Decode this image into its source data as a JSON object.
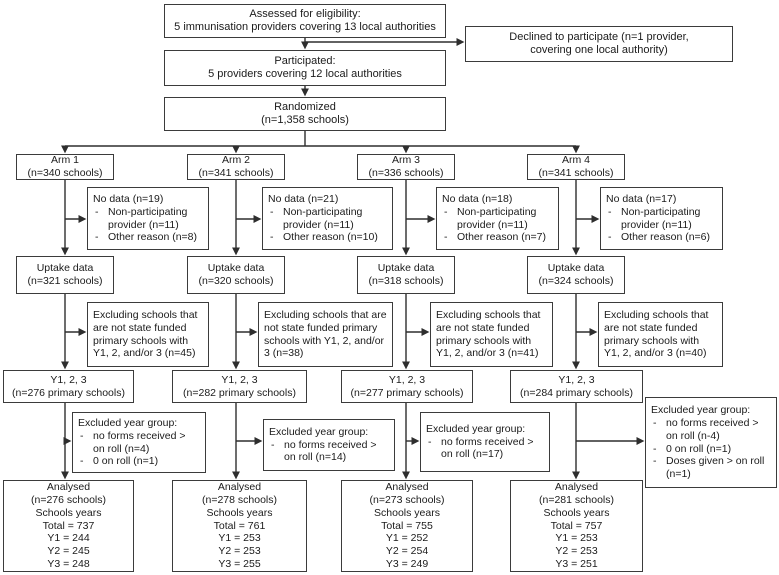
{
  "figure": {
    "bullet": "-",
    "assessed": [
      "Assessed for eligibility:",
      "5 immunisation providers covering 13 local authorities"
    ],
    "declined": [
      "Declined to participate (n=1 provider,",
      "covering one local authority)"
    ],
    "participated": [
      "Participated:",
      "5 providers covering 12 local authorities"
    ],
    "randomized": [
      "Randomized",
      "(n=1,358 schools)"
    ]
  },
  "colors": {
    "border": "#3b3b3b",
    "line": "#2e2e2e",
    "text": "#1b1b1b",
    "background": "#ffffff"
  },
  "arms": [
    {
      "label": "Arm 1",
      "size": "(n=340 schools)",
      "no_data": {
        "title": "No data (n=19)",
        "items": [
          "Non-participating provider (n=11)",
          "Other reason (n=8)"
        ]
      },
      "uptake": [
        "Uptake data",
        "(n=321 schools)"
      ],
      "excluding": "Excluding schools that are not state funded primary schools with Y1, 2, and/or 3 (n=45)",
      "y123": [
        "Y1, 2, 3",
        "(n=276 primary schools)"
      ],
      "excluded_year": {
        "title": "Excluded year group:",
        "items": [
          "no forms received > on roll (n=4)",
          "0 on roll (n=1)"
        ]
      },
      "analysed": [
        "Analysed",
        "(n=276 schools)",
        "Schools years",
        "Total = 737",
        "Y1 = 244",
        "Y2 = 245",
        "Y3 = 248"
      ]
    },
    {
      "label": "Arm 2",
      "size": "(n=341 schools)",
      "no_data": {
        "title": "No data (n=21)",
        "items": [
          "Non-participating provider (n=11)",
          "Other reason (n=10)"
        ]
      },
      "uptake": [
        "Uptake data",
        "(n=320 schools)"
      ],
      "excluding": "Excluding schools that are not state funded primary schools with Y1, 2, and/or 3 (n=38)",
      "y123": [
        "Y1, 2, 3",
        "(n=282 primary schools)"
      ],
      "excluded_year": {
        "title": "Excluded year group:",
        "items": [
          "no forms received > on roll (n=14)"
        ]
      },
      "analysed": [
        "Analysed",
        "(n=278 schools)",
        "Schools years",
        "Total = 761",
        "Y1 = 253",
        "Y2 = 253",
        "Y3 = 255"
      ]
    },
    {
      "label": "Arm 3",
      "size": "(n=336 schools)",
      "no_data": {
        "title": "No data (n=18)",
        "items": [
          "Non-participating provider (n=11)",
          "Other reason (n=7)"
        ]
      },
      "uptake": [
        "Uptake data",
        "(n=318 schools)"
      ],
      "excluding": "Excluding schools that are not state funded primary schools with Y1, 2, and/or 3 (n=41)",
      "y123": [
        "Y1, 2, 3",
        "(n=277 primary schools)"
      ],
      "excluded_year": {
        "title": "Excluded year group:",
        "items": [
          "no forms received > on roll (n=17)"
        ]
      },
      "analysed": [
        "Analysed",
        "(n=273 schools)",
        "Schools years",
        "Total = 755",
        "Y1 = 252",
        "Y2 = 254",
        "Y3 = 249"
      ]
    },
    {
      "label": "Arm 4",
      "size": "(n=341 schools)",
      "no_data": {
        "title": "No data (n=17)",
        "items": [
          "Non-participating provider (n=11)",
          "Other reason (n=6)"
        ]
      },
      "uptake": [
        "Uptake data",
        "(n=324 schools)"
      ],
      "excluding": "Excluding schools that are not state funded primary schools with Y1, 2, and/or 3 (n=40)",
      "y123": [
        "Y1, 2, 3",
        "(n=284 primary schools)"
      ],
      "excluded_year": {
        "title": "Excluded year group:",
        "items": [
          "no forms received > on roll (n-4)",
          "0 on roll (n=1)",
          "Doses given > on roll (n=1)"
        ]
      },
      "analysed": [
        "Analysed",
        "(n=281 schools)",
        "Schools years",
        "Total = 757",
        "Y1 = 253",
        "Y2 = 253",
        "Y3 = 251"
      ]
    }
  ]
}
